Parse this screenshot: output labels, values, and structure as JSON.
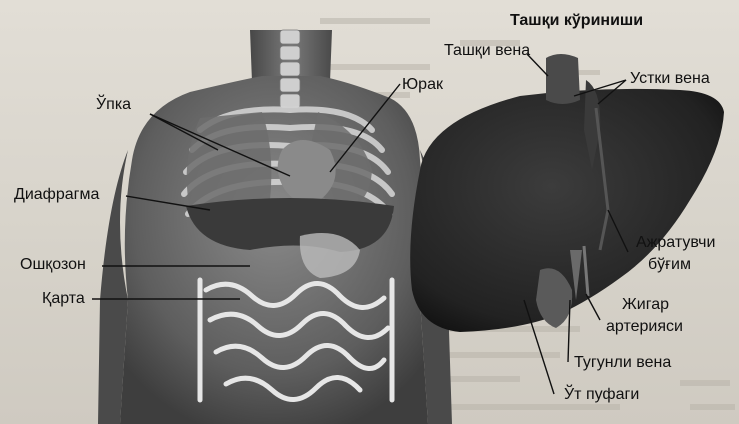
{
  "title": "Ташқи кўриниши",
  "labels": {
    "lung": "Ўпка",
    "heart": "Юрак",
    "diaphragm": "Диафрагма",
    "stomach": "Ошқозон",
    "spleen": "Қарта",
    "outer_vein": "Ташқи вена",
    "upper_vein": "Устки вена",
    "excretory_duct_line1": "Ажратувчи",
    "excretory_duct_line2": "бўғим",
    "hepatic_artery_line1": "Жигар",
    "hepatic_artery_line2": "артерияси",
    "portal_vein": "Тугунли вена",
    "gallbladder": "Ўт пуфаги"
  },
  "colors": {
    "background": "#d9d5cc",
    "liver": "#2a2a2a",
    "body": "#6b6b6b",
    "text": "#111111"
  }
}
